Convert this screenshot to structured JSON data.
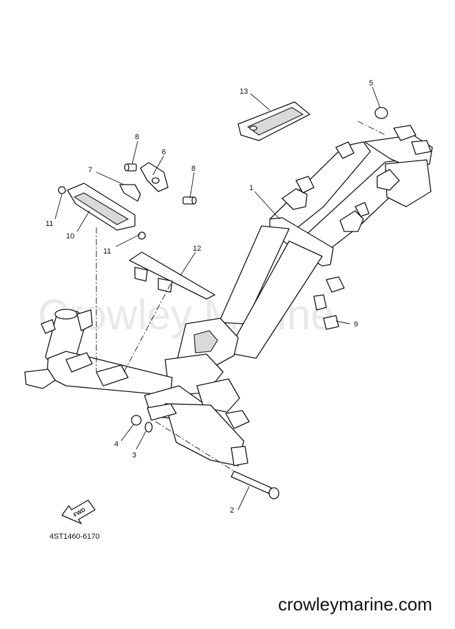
{
  "watermark": "Crowley Marine",
  "site_url": "crowleymarine.com",
  "diagram_code": "4ST1460-6170",
  "fwd_label": "FWD",
  "callouts": [
    "1",
    "2",
    "3",
    "4",
    "5",
    "6",
    "7",
    "8",
    "8",
    "9",
    "10",
    "11",
    "11",
    "12",
    "13"
  ]
}
